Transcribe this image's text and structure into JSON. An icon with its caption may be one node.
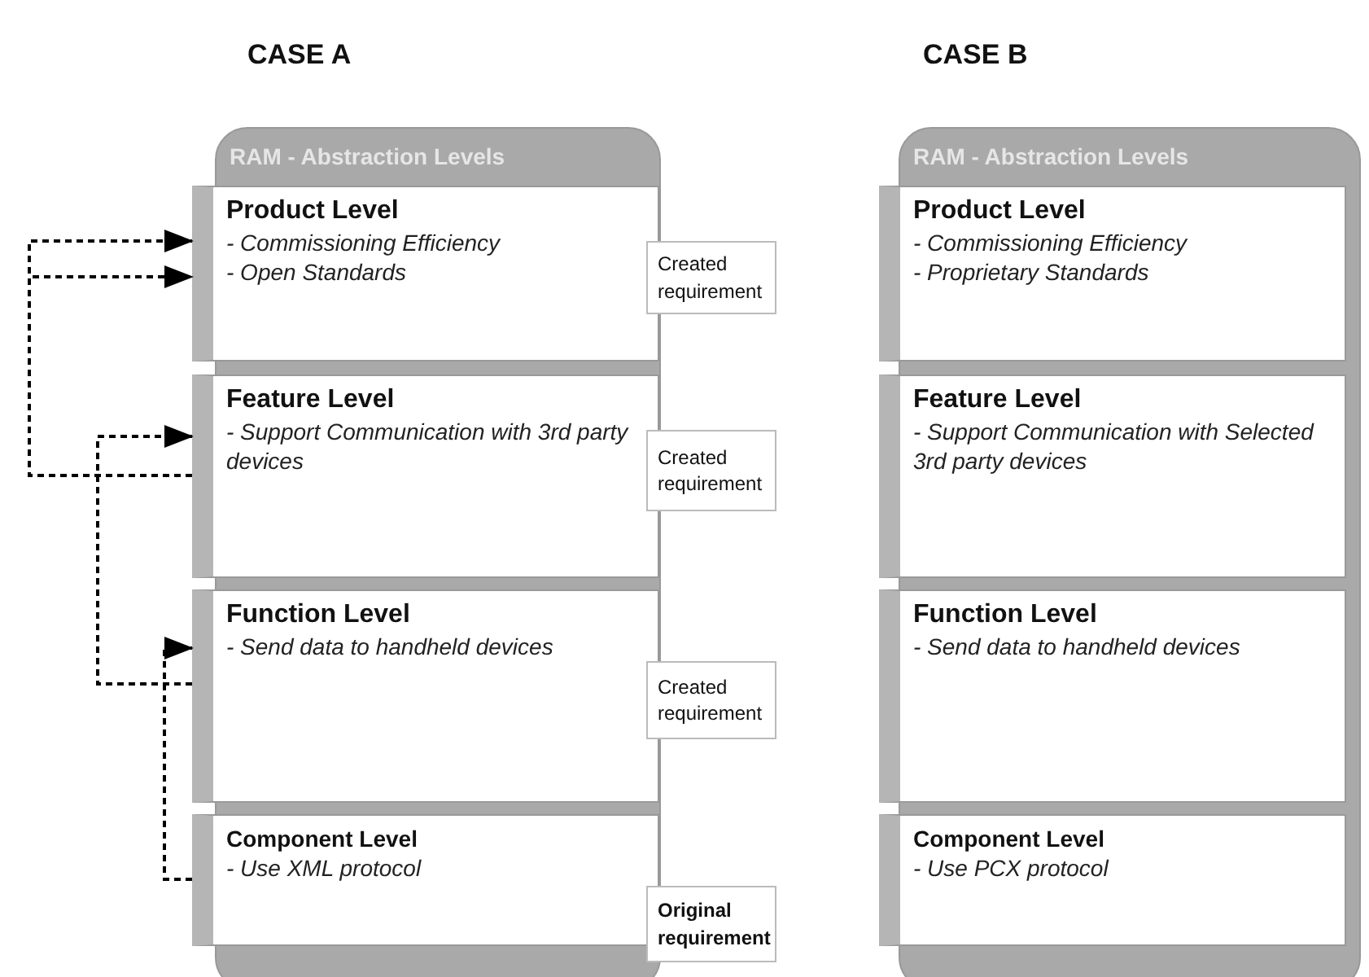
{
  "diagram": {
    "nodes": [
      {
        "text": [
          "RAM - Abstraction Levels"
        ]
      },
      {
        "text": [
          "Product Level",
          "- Commissioning Efficiency",
          "- Open Standards"
        ],
        "in": 0
      },
      {
        "text": [
          "Feature Level",
          "- Support Communication with 3rd party devices"
        ],
        "in": 0
      },
      {
        "text": [
          "Function Level",
          "- Send data to handheld devices"
        ],
        "in": 0
      },
      {
        "text": [
          "Component Level",
          "- Use XML protocol"
        ],
        "in": 0
      },
      {
        "text": [
          "Created requirement"
        ]
      },
      {
        "text": [
          "Created requirement"
        ]
      },
      {
        "text": [
          "Created requirement"
        ]
      },
      {
        "text": [
          "Original requirement"
        ]
      },
      {
        "text": [
          "RAM - Abstraction Levels"
        ]
      },
      {
        "text": [
          "Product Level",
          "- Commissioning Efficiency",
          "- Proprietary Standards"
        ],
        "in": 9
      },
      {
        "text": [
          "Feature Level",
          "- Support Communication with Selected 3rd party devices"
        ],
        "in": 9
      },
      {
        "text": [
          "Function Level",
          "- Send data to handheld devices"
        ],
        "in": 9
      },
      {
        "text": [
          "Component Level",
          "- Use PCX protocol"
        ],
        "in": 9
      }
    ],
    "edges": [
      {
        "from": 4,
        "to": 3,
        "arrow": "to",
        "style": "dashed"
      },
      {
        "from": 3,
        "to": 2,
        "arrow": "to",
        "style": "dashed"
      },
      {
        "from": 2,
        "to": 1,
        "arrow": "to",
        "style": "dashed"
      },
      {
        "from": 2,
        "to": 1,
        "arrow": "to",
        "style": "dashed"
      }
    ],
    "labels": [
      "CASE A",
      "CASE B"
    ]
  }
}
